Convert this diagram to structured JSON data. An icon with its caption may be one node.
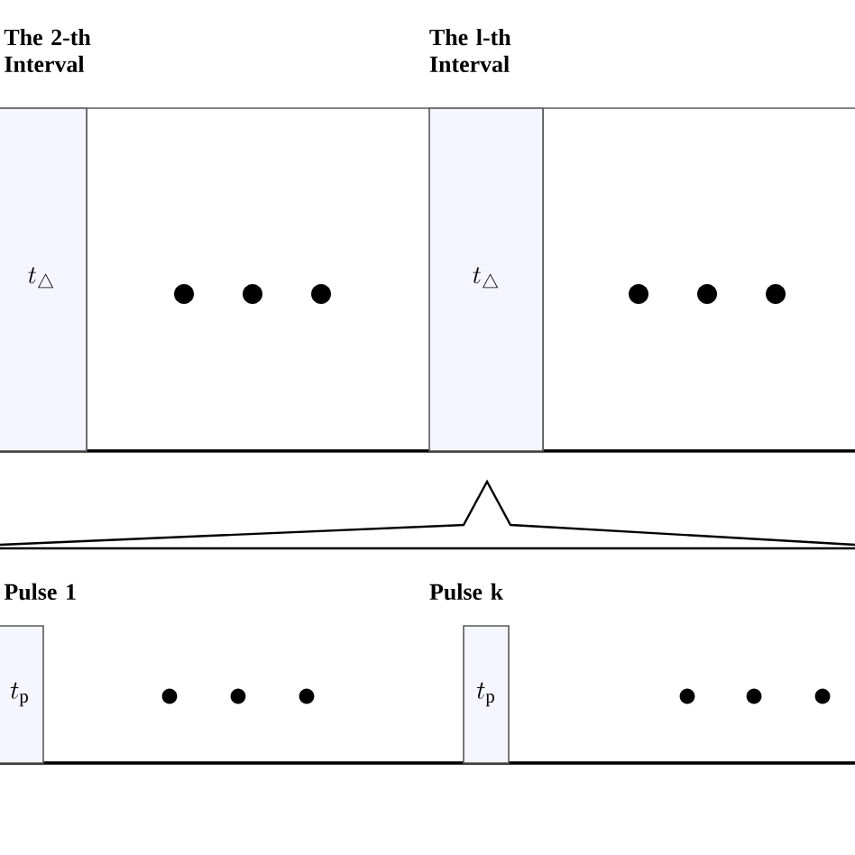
{
  "diagram": {
    "nodes": [
      {
        "text": [
          "The 2-th Interval",
          "t_{\\triangle}"
        ]
      },
      {
        "text": [
          "The l-th Interval",
          "t_{\\triangle}"
        ]
      },
      {
        "text": [
          "Pulse 1",
          "t_{\\mathrm{p}}"
        ]
      },
      {
        "text": [
          "Pulse k",
          "t_{\\mathrm{p}}"
        ]
      }
    ]
  }
}
